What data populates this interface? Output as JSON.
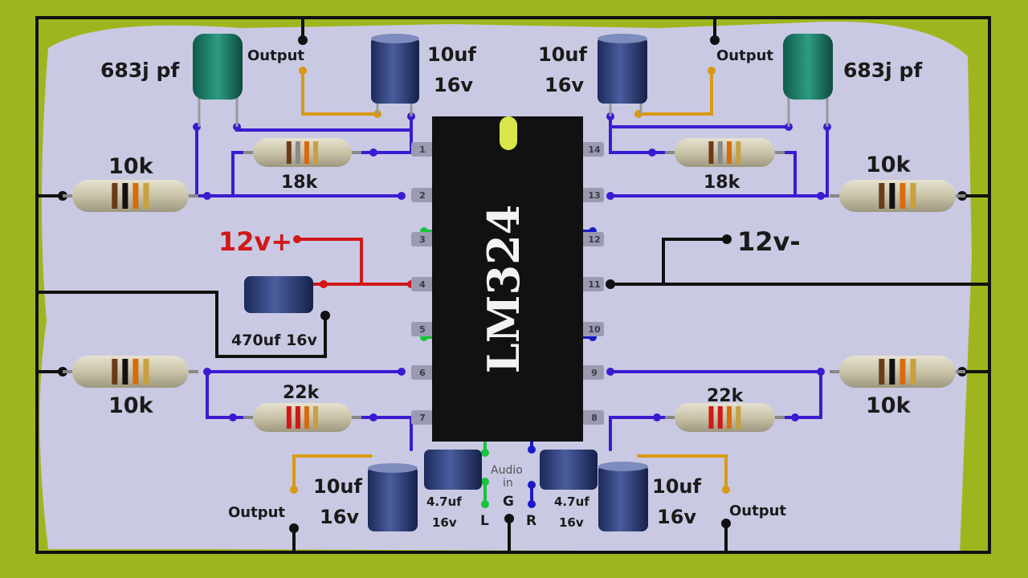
{
  "chip": {
    "name": "LM324"
  },
  "labels": {
    "cap_683_left": "683j pf",
    "cap_683_right": "683j pf",
    "output_top_left": "Output",
    "output_top_right": "Output",
    "output_bottom_left": "Output",
    "output_bottom_right": "Output",
    "cap_10uf_tl_1": "10uf",
    "cap_10uf_tl_2": "16v",
    "cap_10uf_tr_1": "10uf",
    "cap_10uf_tr_2": "16v",
    "cap_10uf_bl_1": "10uf",
    "cap_10uf_bl_2": "16v",
    "cap_10uf_br_1": "10uf",
    "cap_10uf_br_2": "16v",
    "res_10k_tl": "10k",
    "res_10k_tr": "10k",
    "res_10k_bl": "10k",
    "res_10k_br": "10k",
    "res_18k_left": "18k",
    "res_18k_right": "18k",
    "res_22k_left": "22k",
    "res_22k_right": "22k",
    "vplus": "12v+",
    "vminus": "12v-",
    "cap_470": "470uf 16v",
    "cap_47_left_1": "4.7uf",
    "cap_47_left_2": "16v",
    "cap_47_right_1": "4.7uf",
    "cap_47_right_2": "16v",
    "audio_in_1": "Audio",
    "audio_in_2": "in",
    "in_left": "L",
    "in_ground": "G",
    "in_right": "R"
  },
  "pins_left": [
    "1",
    "2",
    "3",
    "4",
    "5",
    "6",
    "7"
  ],
  "pins_right": [
    "14",
    "13",
    "12",
    "11",
    "10",
    "9",
    "8"
  ],
  "colors": {
    "background": "#9fb51e",
    "board": "#c9c9e3",
    "chip": "#111111",
    "wire_black": "#111111",
    "wire_blue": "#3a1bd1",
    "wire_green": "#18c43a",
    "wire_red": "#d01818",
    "wire_orange": "#d79a12",
    "wire_darkblue": "#1a18c8",
    "text_red": "#d01818"
  }
}
